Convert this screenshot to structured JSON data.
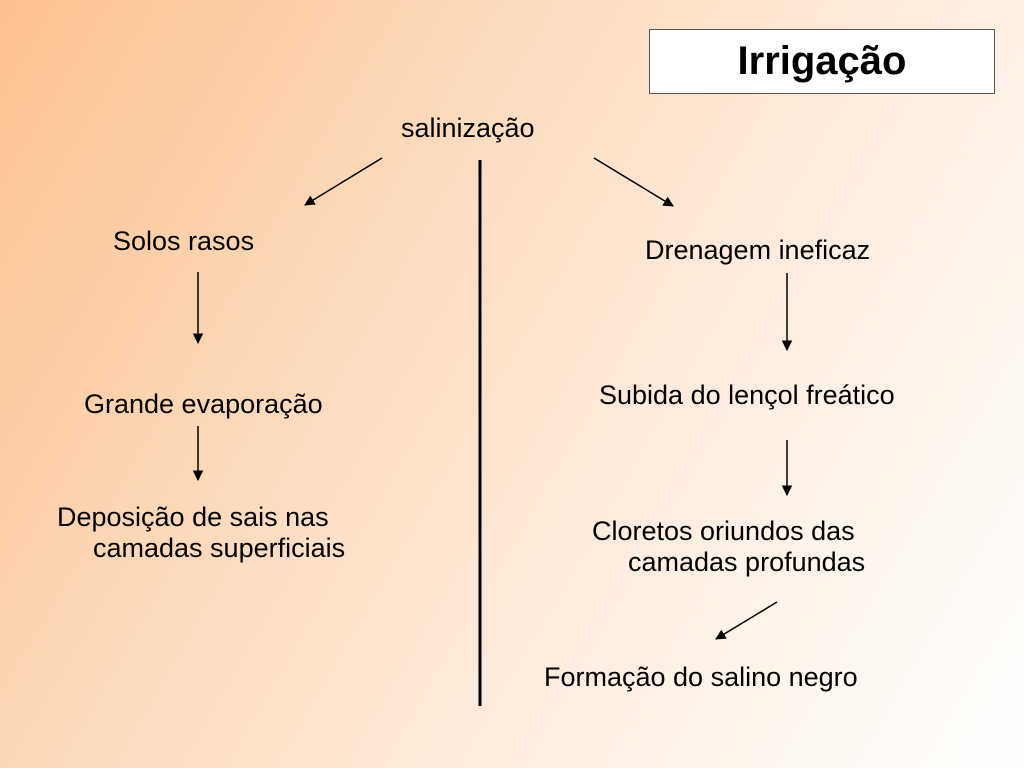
{
  "title": "Irrigação",
  "root": "salinização",
  "left_branch": {
    "step1": "Solos rasos",
    "step2": "Grande evaporação",
    "step3_line1": "Deposição de sais nas",
    "step3_line2": "camadas superficiais"
  },
  "right_branch": {
    "step1": "Drenagem ineficaz",
    "step2": "Subida do lençol freático",
    "step3_line1": "Cloretos oriundos das",
    "step3_line2": "camadas profundas",
    "step4": "Formação do salino negro"
  },
  "colors": {
    "background_start": "#fcc08e",
    "background_end": "#ffffff",
    "text": "#000000",
    "title_box_border": "#555555"
  }
}
